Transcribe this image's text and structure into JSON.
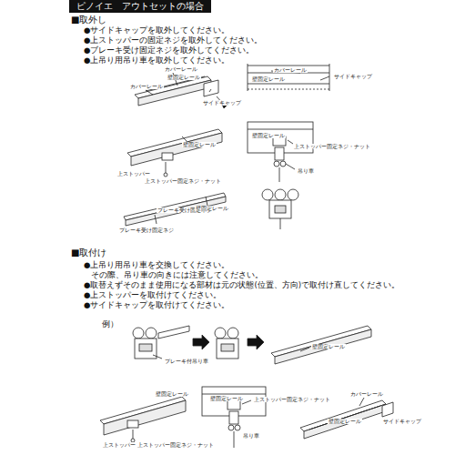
{
  "diagram": {
    "title": "ピノイエ　アウトセットの場合",
    "labels": [
      "■取外し",
      "●サイドキャップを取外してください。",
      "●上ストッパーの固定ネジを取外してください。",
      "●ブレーキ受け固定ネジを取外してください。",
      "●上吊り用吊り車を取外してください。",
      "カバーレール",
      "壁固定レール",
      "カバーレール",
      "サイドキャップ",
      "カバーレール",
      "サイドキャップ",
      "壁固定レール",
      "壁固定レール",
      "上ストッパー固定ネジ・ナット",
      "上ストッパー",
      "上ストッパー固定ネジ・ナット",
      "壁固定レール",
      "吊り車",
      "ブレーキ受け固定ネジ",
      "壁固定レール",
      "ブレーキ受け固定ネジ",
      "■取付け",
      "●上吊り用吊り車を交換してください。",
      "その際、吊り車の向きには注意してください。",
      "●取替えずそのまま使用になる部材は元の状態(位置、方向)で取付け直してください。",
      "●上ストッパーを取付けてください。",
      "●サイドキャップを取付けてください。",
      "例）",
      "ブレーキ付吊り車",
      "壁固定レール",
      "壁固定レール",
      "上ストッパー",
      "上ストッパー固定ネジ・ナット",
      "壁固定レール",
      "上ストッパー固定ネジ・ナット",
      "吊り車",
      "カバーレール",
      "壁固定レール",
      "サイドキャップ"
    ]
  }
}
